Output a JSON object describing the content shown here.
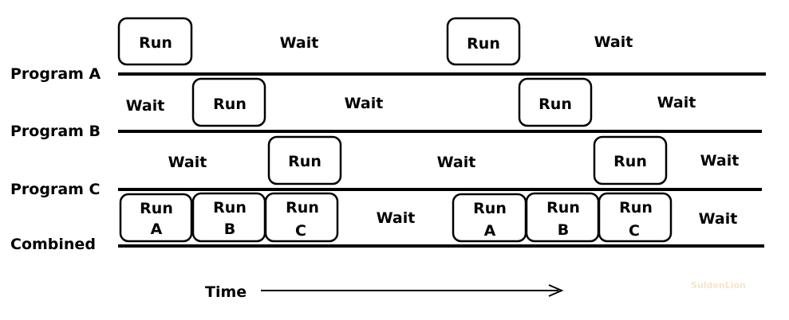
{
  "rows": [
    {
      "label": "Program A",
      "segments": [
        {
          "text": [
            "Run"
          ],
          "boxed": true
        },
        {
          "text": [
            "Wait"
          ],
          "boxed": false
        },
        {
          "text": [
            "Run"
          ],
          "boxed": true
        },
        {
          "text": [
            "Wait"
          ],
          "boxed": false
        }
      ]
    },
    {
      "label": "Program B",
      "segments": [
        {
          "text": [
            "Wait"
          ],
          "boxed": false
        },
        {
          "text": [
            "Run"
          ],
          "boxed": true
        },
        {
          "text": [
            "Wait"
          ],
          "boxed": false
        },
        {
          "text": [
            "Run"
          ],
          "boxed": true
        },
        {
          "text": [
            "Wait"
          ],
          "boxed": false
        }
      ]
    },
    {
      "label": "Program C",
      "segments": [
        {
          "text": [
            "Wait"
          ],
          "boxed": false
        },
        {
          "text": [
            "Run"
          ],
          "boxed": true
        },
        {
          "text": [
            "Wait"
          ],
          "boxed": false
        },
        {
          "text": [
            "Run"
          ],
          "boxed": true
        },
        {
          "text": [
            "Wait"
          ],
          "boxed": false
        }
      ]
    },
    {
      "label": "Combined",
      "segments": [
        {
          "text": [
            "Run",
            "A"
          ],
          "boxed": true
        },
        {
          "text": [
            "Run",
            "B"
          ],
          "boxed": true
        },
        {
          "text": [
            "Run",
            "C"
          ],
          "boxed": true
        },
        {
          "text": [
            "Wait"
          ],
          "boxed": false
        },
        {
          "text": [
            "Run",
            "A"
          ],
          "boxed": true
        },
        {
          "text": [
            "Run",
            "B"
          ],
          "boxed": true
        },
        {
          "text": [
            "Run",
            "C"
          ],
          "boxed": true
        },
        {
          "text": [
            "Wait"
          ],
          "boxed": false
        }
      ]
    }
  ],
  "time_label": "Time",
  "watermark": "SuldenLion",
  "watermark_color": "#f5e6c8"
}
